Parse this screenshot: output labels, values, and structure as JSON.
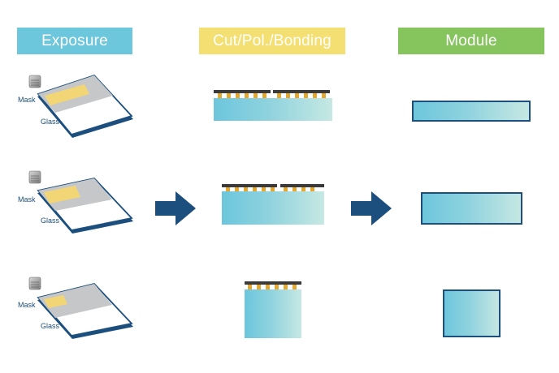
{
  "headers": {
    "exposure": {
      "label": "Exposure",
      "color": "#6cc6dc"
    },
    "cut_pol_bonding": {
      "label": "Cut/Pol./Bonding",
      "color": "#f3df72"
    },
    "module": {
      "label": "Module",
      "color": "#86c45e"
    }
  },
  "labels": {
    "mask": "Mask",
    "glass": "Glass"
  },
  "colors": {
    "outline": "#1c4f7e",
    "arrow": "#1c4f7e",
    "mask_gray": "#c6c7c8",
    "mask_window": "#f2d675",
    "pad": "#e6a72e",
    "polarizer": "#3a3a3a",
    "glass_left": "#6cc6dc",
    "glass_right": "#c6e8e3"
  },
  "rows": [
    {
      "size": "small-module",
      "exposure_window": "wide"
    },
    {
      "size": "medium-module",
      "exposure_window": "medium"
    },
    {
      "size": "large-module",
      "exposure_window": "small"
    }
  ]
}
